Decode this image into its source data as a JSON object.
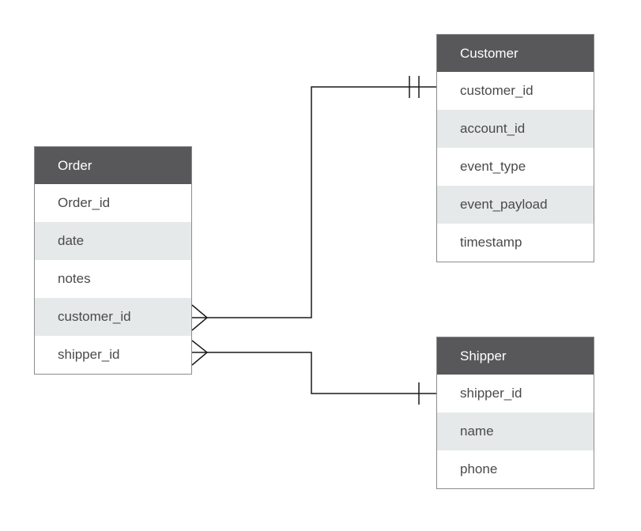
{
  "colors": {
    "header_bg": "#58585b",
    "header_text": "#ffffff",
    "alt_row_bg": "#e6e9e9",
    "row_text": "#4a4a4a",
    "line": "#1a1a1a"
  },
  "entities": {
    "order": {
      "title": "Order",
      "fields": [
        "Order_id",
        "date",
        "notes",
        "customer_id",
        "shipper_id"
      ]
    },
    "customer": {
      "title": "Customer",
      "fields": [
        "customer_id",
        "account_id",
        "event_type",
        "event_payload",
        "timestamp"
      ]
    },
    "shipper": {
      "title": "Shipper",
      "fields": [
        "shipper_id",
        "name",
        "phone"
      ]
    }
  },
  "relationships": [
    {
      "from": "order.customer_id",
      "to": "customer.customer_id",
      "from_end": "many",
      "to_end": "one-and-only-one"
    },
    {
      "from": "order.shipper_id",
      "to": "shipper.shipper_id",
      "from_end": "many",
      "to_end": "one"
    }
  ]
}
